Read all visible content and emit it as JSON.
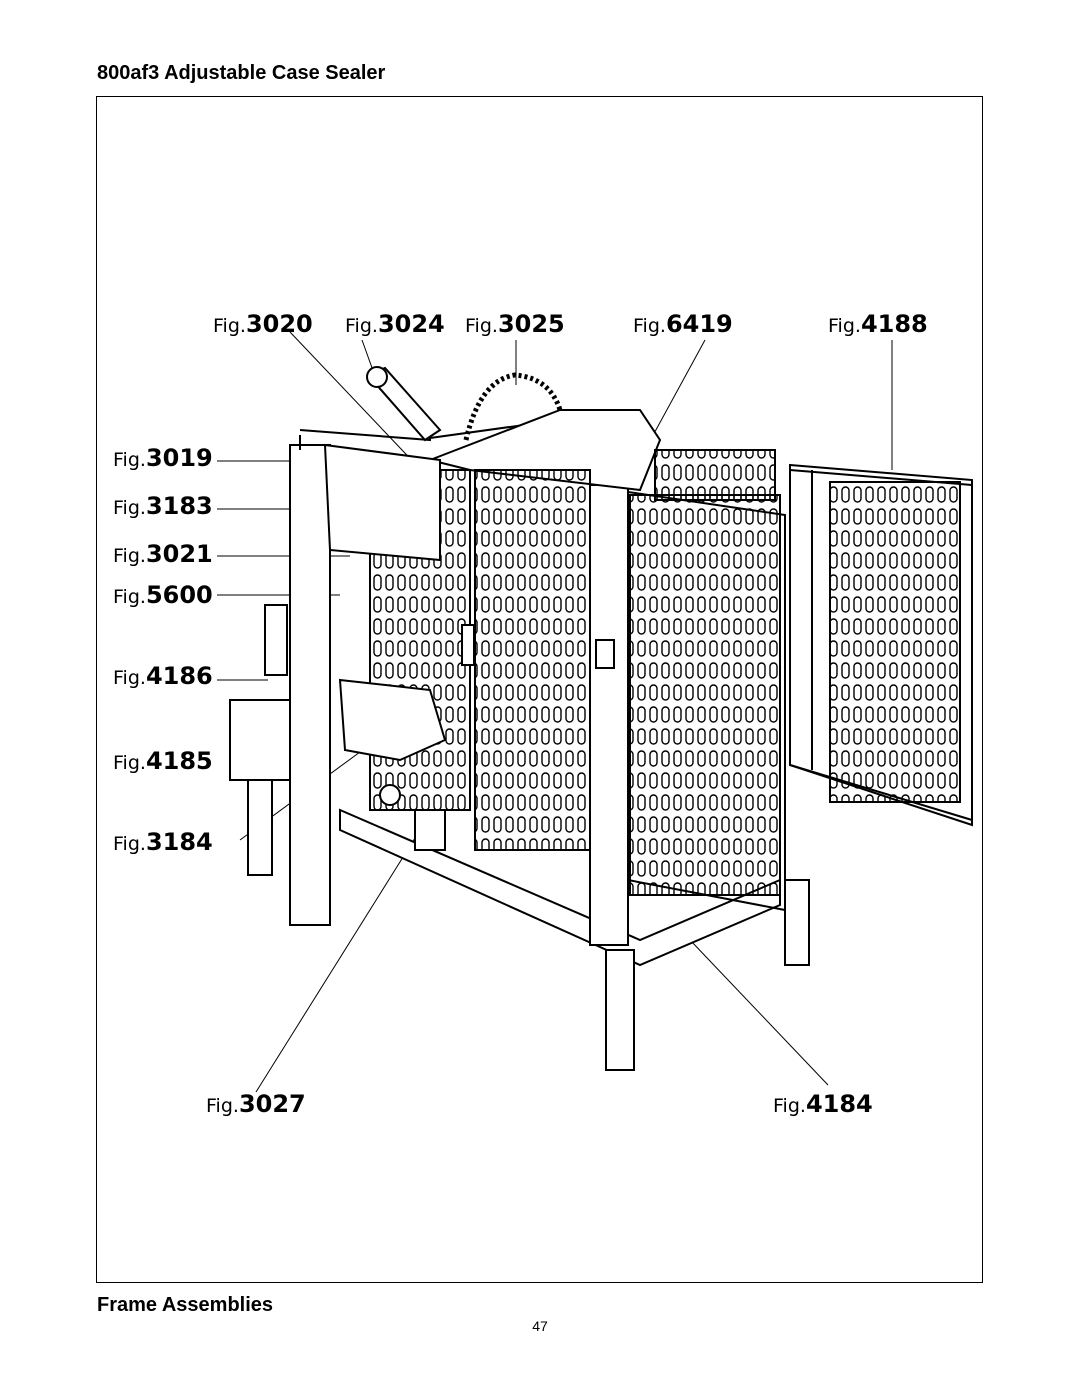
{
  "header": {
    "title": "800af3 Adjustable Case Sealer"
  },
  "footer": {
    "section_title": "Frame Assemblies",
    "page_number": "47"
  },
  "diagram": {
    "callout_prefix": "Fig.",
    "callouts": {
      "f3020": "3020",
      "f3024": "3024",
      "f3025": "3025",
      "f6419": "6419",
      "f4188": "4188",
      "f3019": "3019",
      "f3183": "3183",
      "f3021": "3021",
      "f5600": "5600",
      "f4186": "4186",
      "f4185": "4185",
      "f3184": "3184",
      "f3027": "3027",
      "f4184": "4184"
    }
  }
}
